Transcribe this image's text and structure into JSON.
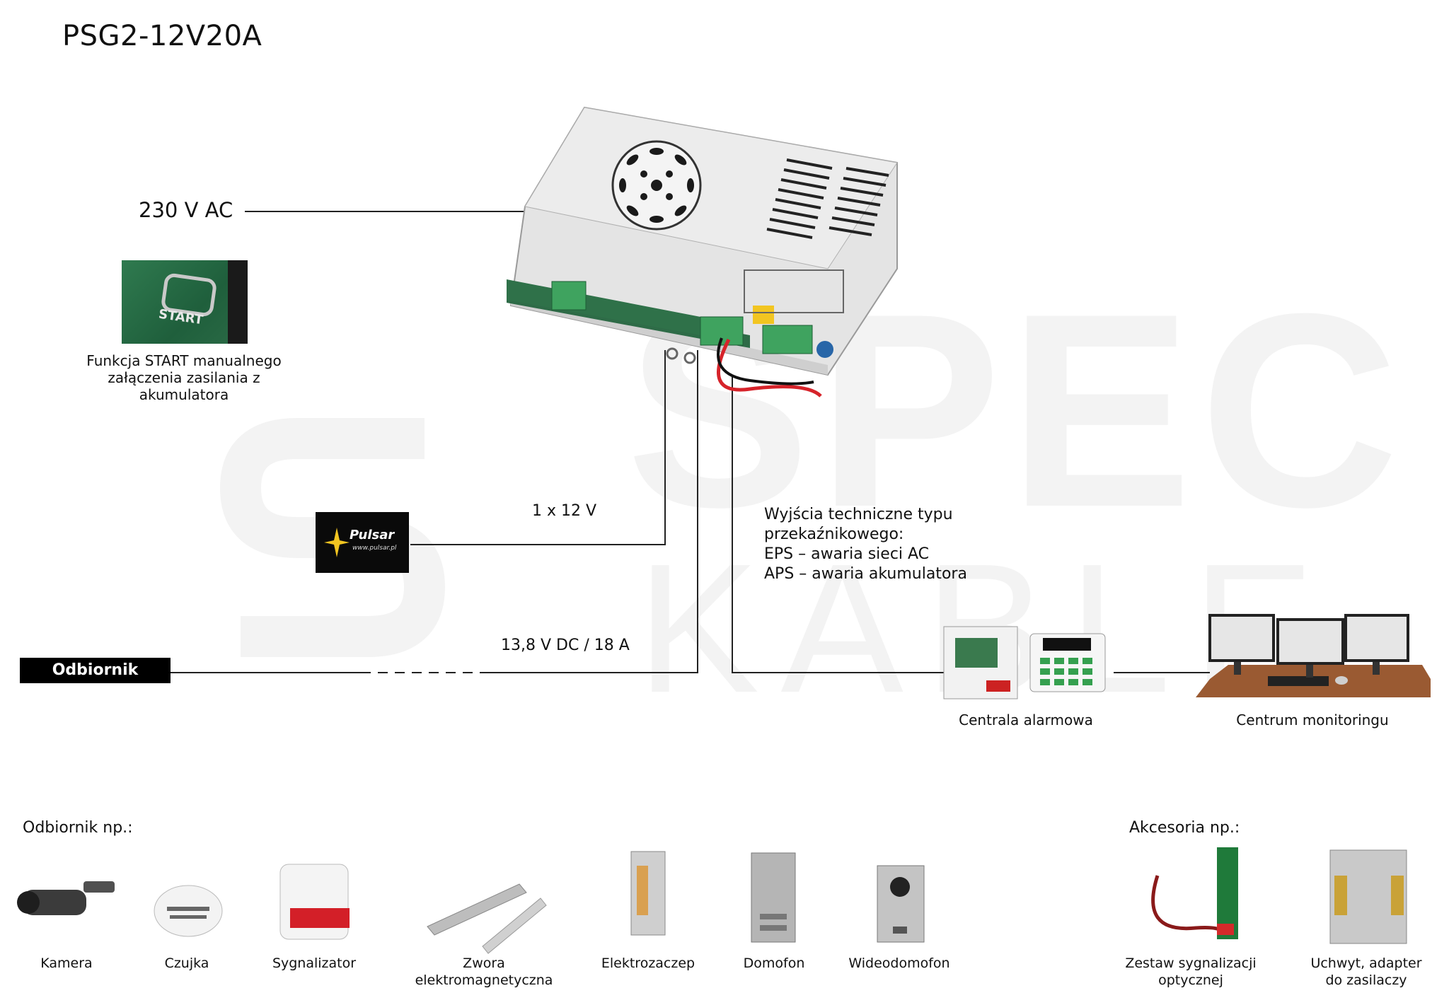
{
  "title": "PSG2-12V20A",
  "watermark": {
    "text_top": "SPEC",
    "text_bottom": "KABLE",
    "color": "#f2f2f2"
  },
  "labels": {
    "ac_input": "230 V AC",
    "start_caption_line1": "Funkcja START manualnego",
    "start_caption_line2": "załączenia zasilania z akumulatora",
    "start_photo_text": "START",
    "battery_label": "1 x 12 V",
    "output_label": "13,8 V DC / 18 A",
    "relay_line1": "Wyjścia techniczne typu",
    "relay_line2": "przekaźnikowego:",
    "relay_line3": "EPS – awaria sieci AC",
    "relay_line4": "APS – awaria akumulatora",
    "receiver_box": "Odbiornik",
    "alarm_panel": "Centrala alarmowa",
    "monitoring_center": "Centrum monitoringu"
  },
  "pulsar": {
    "brand": "Pulsar",
    "url": "www.pulsar.pl"
  },
  "receivers": {
    "heading": "Odbiornik np.:",
    "items": [
      {
        "label": "Kamera",
        "icon": "camera-icon"
      },
      {
        "label": "Czujka",
        "icon": "detector-icon"
      },
      {
        "label": "Sygnalizator",
        "icon": "siren-icon"
      },
      {
        "label1": "Zwora",
        "label2": "elektromagnetyczna",
        "icon": "magnetic-lock-icon"
      },
      {
        "label": "Elektrozaczep",
        "icon": "electric-strike-icon"
      },
      {
        "label": "Domofon",
        "icon": "intercom-icon"
      },
      {
        "label": "Wideodomofon",
        "icon": "video-intercom-icon"
      }
    ]
  },
  "accessories": {
    "heading": "Akcesoria np.:",
    "items": [
      {
        "label1": "Zestaw sygnalizacji",
        "label2": "optycznej",
        "icon": "led-module-icon"
      },
      {
        "label1": "Uchwyt, adapter",
        "label2": "do zasilaczy",
        "icon": "mounting-bracket-icon"
      }
    ]
  },
  "colors": {
    "line": "#222222",
    "pcb_green": "#2e6b47",
    "chassis": "#e2e2e2",
    "cable_red": "#d6232a",
    "desk": "#9a5a32"
  }
}
